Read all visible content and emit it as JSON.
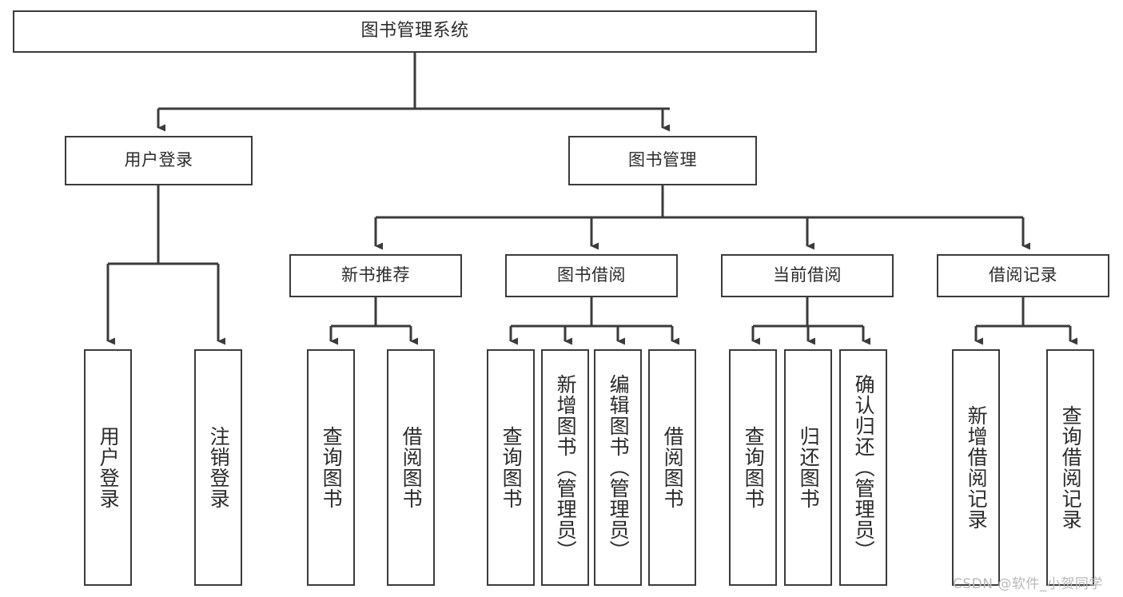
{
  "diagram": {
    "type": "tree-hierarchy",
    "title": "图书管理系统",
    "root": {
      "label": "图书管理系统"
    },
    "level2": [
      {
        "label": "用户登录"
      },
      {
        "label": "图书管理"
      }
    ],
    "level3": [
      {
        "label": "新书推荐"
      },
      {
        "label": "图书借阅"
      },
      {
        "label": "当前借阅"
      },
      {
        "label": "借阅记录"
      }
    ],
    "leaves": {
      "user_login": [
        {
          "label": "用户登录"
        },
        {
          "label": "注销登录"
        }
      ],
      "new_book_recommend": [
        {
          "label": "查询图书"
        },
        {
          "label": "借阅图书"
        }
      ],
      "book_borrow": [
        {
          "label": "查询图书"
        },
        {
          "label": "新增图书（管理员）"
        },
        {
          "label": "编辑图书（管理员）"
        },
        {
          "label": "借阅图书"
        }
      ],
      "current_borrow": [
        {
          "label": "查询图书"
        },
        {
          "label": "归还图书"
        },
        {
          "label": "确认归还（管理员）"
        }
      ],
      "borrow_record": [
        {
          "label": "新增借阅记录"
        },
        {
          "label": "查询借阅记录"
        }
      ]
    }
  },
  "watermark": {
    "text": "CSDN @软件_小贺同学"
  },
  "colors": {
    "border": "#3b3b3b",
    "text": "#2b2b2b",
    "background": "#ffffff",
    "watermark": "#b9b9b9"
  }
}
